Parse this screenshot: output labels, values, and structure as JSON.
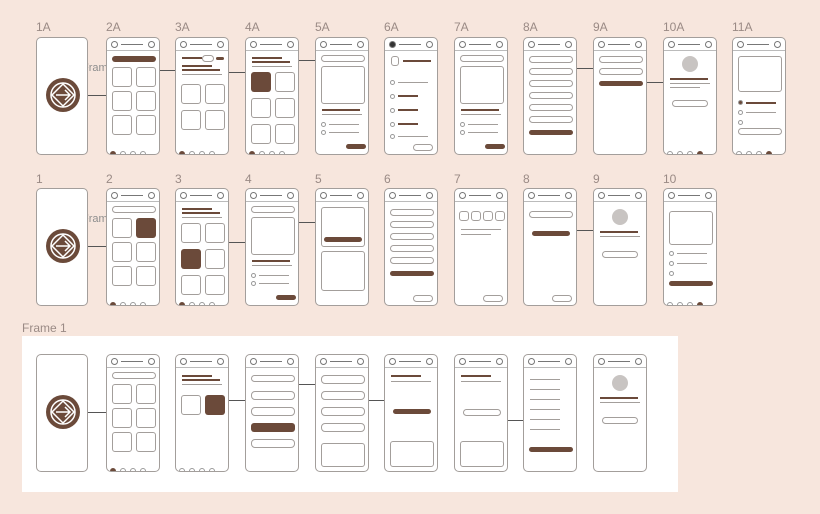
{
  "row_a_labels": [
    "1A",
    "2A",
    "3A",
    "4A",
    "5A",
    "6A",
    "7A",
    "8A",
    "9A",
    "10A",
    "11A"
  ],
  "row_b_labels": [
    "1",
    "2",
    "3",
    "4",
    "5",
    "6",
    "7",
    "8",
    "9",
    "10"
  ],
  "frame_label_a": "Frame",
  "frame_label_b": "Frame",
  "frame1_label": "Frame 1",
  "colors": {
    "background": "#f7e6dd",
    "accent": "#6b4a3a",
    "stroke": "#a39e9b"
  }
}
